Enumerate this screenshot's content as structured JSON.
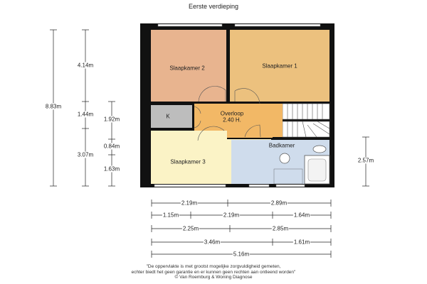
{
  "title": "Eerste verdieping",
  "rooms": {
    "slaapkamer2": "Slaapkamer 2",
    "slaapkamer1": "Slaapkamer 1",
    "k": "K",
    "overloop": "Overloop",
    "overloop_height": "2.40 H.",
    "slaapkamer3": "Slaapkamer 3",
    "badkamer": "Badkamer"
  },
  "colors": {
    "slaapkamer2": "#e8b48f",
    "slaapkamer1": "#ecc17e",
    "k": "#bdbdbd",
    "overloop": "#f2b866",
    "slaapkamer3": "#fbf3c6",
    "badkamer": "#cfdcec",
    "wall": "#111111"
  },
  "dims_left": {
    "total": "8.83m",
    "a": [
      "4.14m",
      "1.44m",
      "3.07m"
    ],
    "b": [
      "1.92m",
      "0.84m",
      "1.63m"
    ]
  },
  "dims_right": "2.57m",
  "dims_bottom": [
    [
      "2.19m",
      "2.89m"
    ],
    [
      "1.15m",
      "2.19m",
      "1.64m"
    ],
    [
      "2.25m",
      "2.85m"
    ],
    [
      "3.46m",
      "1.61m"
    ],
    [
      "5.16m"
    ]
  ],
  "disclaimer": [
    "\"De oppervlakte is met grootst mogelijke zorgvuldigheid gemeten,",
    "echter biedt het geen garantie en er kunnen geen rechten aan ontleend worden\"",
    "© Van Roemburg & Woning Diagnose"
  ]
}
